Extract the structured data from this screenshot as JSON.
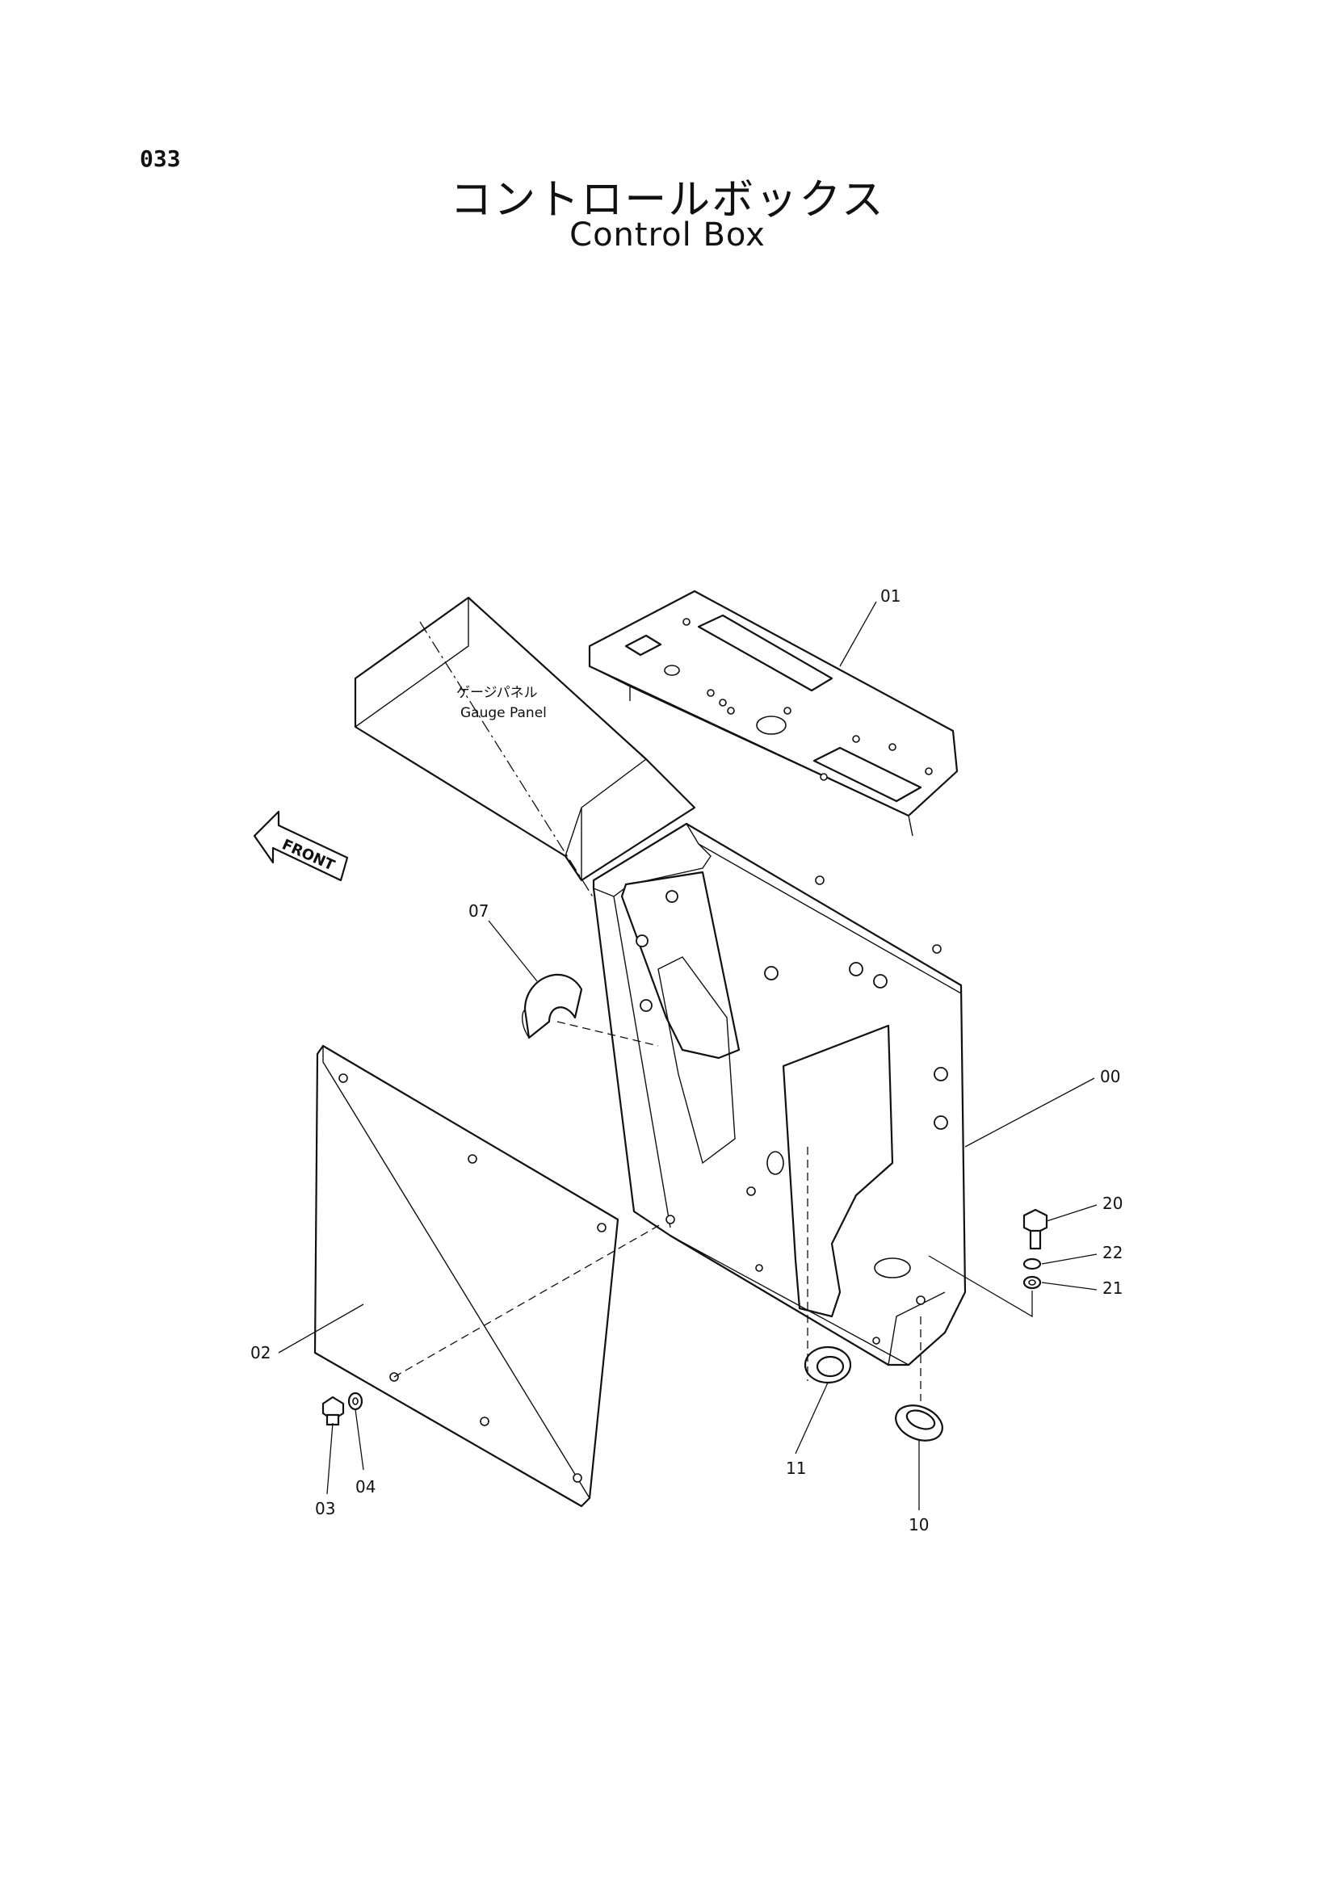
{
  "header": {
    "page_number": "033",
    "title_jp": "コントロールボックス",
    "title_en": "Control Box"
  },
  "annotations": {
    "gauge_panel_jp": "ゲージパネル",
    "gauge_panel_en": "Gauge Panel",
    "front_arrow": "FRONT"
  },
  "part_labels": {
    "p00": "00",
    "p01": "01",
    "p02": "02",
    "p03": "03",
    "p04": "04",
    "p07": "07",
    "p10": "10",
    "p11": "11",
    "p20": "20",
    "p21": "21",
    "p22": "22"
  }
}
